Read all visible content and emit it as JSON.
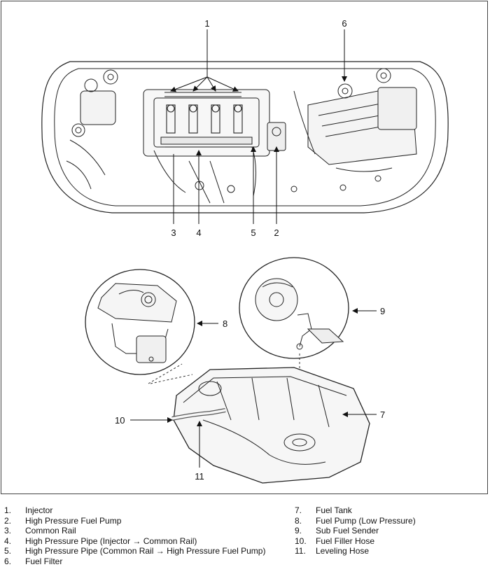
{
  "callouts": {
    "c1": "1",
    "c2": "2",
    "c3": "3",
    "c4": "4",
    "c5": "5",
    "c6": "6",
    "c7": "7",
    "c8": "8",
    "c9": "9",
    "c10": "10",
    "c11": "11"
  },
  "legend": {
    "left": [
      {
        "num": "1.",
        "text": "Injector"
      },
      {
        "num": "2.",
        "text": "High Pressure Fuel Pump"
      },
      {
        "num": "3.",
        "text": "Common Rail"
      },
      {
        "num": "4.",
        "text": "High Pressure Pipe (Injector → Common Rail)"
      },
      {
        "num": "5.",
        "text": "High Pressure Pipe (Common Rail → High Pressure Fuel Pump)"
      },
      {
        "num": "6.",
        "text": "Fuel Filter"
      }
    ],
    "right": [
      {
        "num": "7.",
        "text": "Fuel Tank"
      },
      {
        "num": "8.",
        "text": "Fuel Pump (Low Pressure)"
      },
      {
        "num": "9.",
        "text": "Sub Fuel Sender"
      },
      {
        "num": "10.",
        "text": "Fuel Filler Hose"
      },
      {
        "num": "11.",
        "text": "Leveling Hose"
      }
    ]
  }
}
